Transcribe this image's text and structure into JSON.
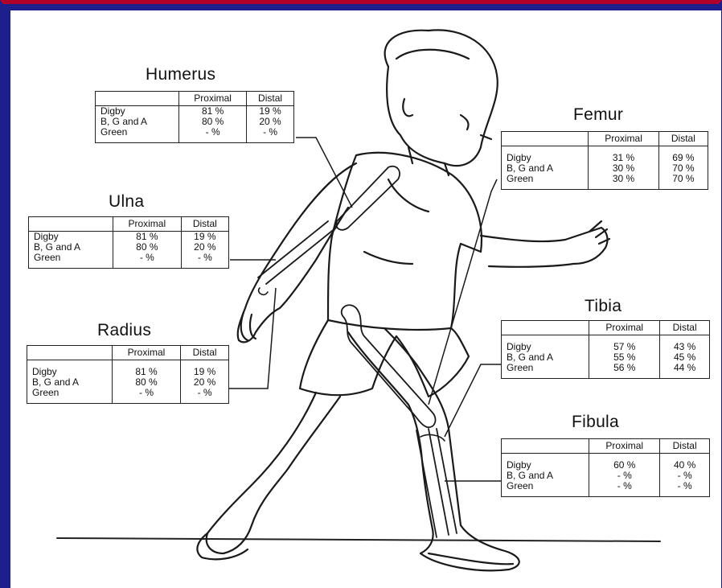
{
  "col_headers": {
    "proximal": "Proximal",
    "distal": "Distal"
  },
  "row_labels": [
    "Digby",
    "B, G and A",
    "Green"
  ],
  "bones": {
    "humerus": {
      "title": "Humerus",
      "rows": [
        [
          "81 %",
          "19 %"
        ],
        [
          "80 %",
          "20 %"
        ],
        [
          "- %",
          "- %"
        ]
      ]
    },
    "ulna": {
      "title": "Ulna",
      "rows": [
        [
          "81 %",
          "19 %"
        ],
        [
          "80 %",
          "20 %"
        ],
        [
          "- %",
          "- %"
        ]
      ]
    },
    "radius": {
      "title": "Radius",
      "rows": [
        [
          "81 %",
          "19 %"
        ],
        [
          "80 %",
          "20 %"
        ],
        [
          "- %",
          "- %"
        ]
      ]
    },
    "femur": {
      "title": "Femur",
      "rows": [
        [
          "31 %",
          "69 %"
        ],
        [
          "30 %",
          "70 %"
        ],
        [
          "30 %",
          "70 %"
        ]
      ]
    },
    "tibia": {
      "title": "Tibia",
      "rows": [
        [
          "57 %",
          "43 %"
        ],
        [
          "55 %",
          "45 %"
        ],
        [
          "56 %",
          "44 %"
        ]
      ]
    },
    "fibula": {
      "title": "Fibula",
      "rows": [
        [
          "60 %",
          "40 %"
        ],
        [
          "- %",
          "- %"
        ],
        [
          "- %",
          "- %"
        ]
      ]
    }
  },
  "colors": {
    "frame_blue": "#1c1f8c",
    "frame_red": "#b0002a",
    "ink": "#111111"
  }
}
